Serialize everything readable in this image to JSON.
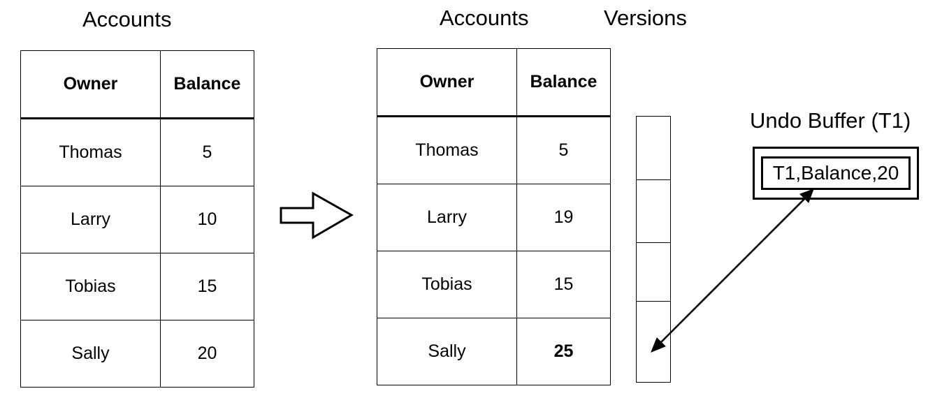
{
  "diagram": {
    "title_left": "Accounts",
    "title_right": "Accounts",
    "title_versions": "Versions",
    "title_undo_buffer": "Undo Buffer (T1)"
  },
  "table_before": {
    "name": "Accounts",
    "columns": [
      "Owner",
      "Balance"
    ],
    "rows": [
      {
        "owner": "Thomas",
        "balance": "5",
        "balance_bold": false
      },
      {
        "owner": "Larry",
        "balance": "10",
        "balance_bold": false
      },
      {
        "owner": "Tobias",
        "balance": "15",
        "balance_bold": false
      },
      {
        "owner": "Sally",
        "balance": "20",
        "balance_bold": false
      }
    ]
  },
  "table_after": {
    "name": "Accounts",
    "columns": [
      "Owner",
      "Balance"
    ],
    "rows": [
      {
        "owner": "Thomas",
        "balance": "5",
        "balance_bold": false
      },
      {
        "owner": "Larry",
        "balance": "19",
        "balance_bold": false
      },
      {
        "owner": "Tobias",
        "balance": "15",
        "balance_bold": false
      },
      {
        "owner": "Sally",
        "balance": "25",
        "balance_bold": true
      }
    ]
  },
  "versions": {
    "label": "Versions",
    "cells": [
      "",
      "",
      "",
      ""
    ]
  },
  "undo_buffer": {
    "label": "Undo Buffer (T1)",
    "entries": [
      "T1,Balance,20"
    ]
  },
  "arrows": {
    "transition_arrow": "block-arrow-right",
    "link_arrow": "double-headed-arrow"
  },
  "colors": {
    "stroke": "#000000",
    "background": "#ffffff"
  }
}
